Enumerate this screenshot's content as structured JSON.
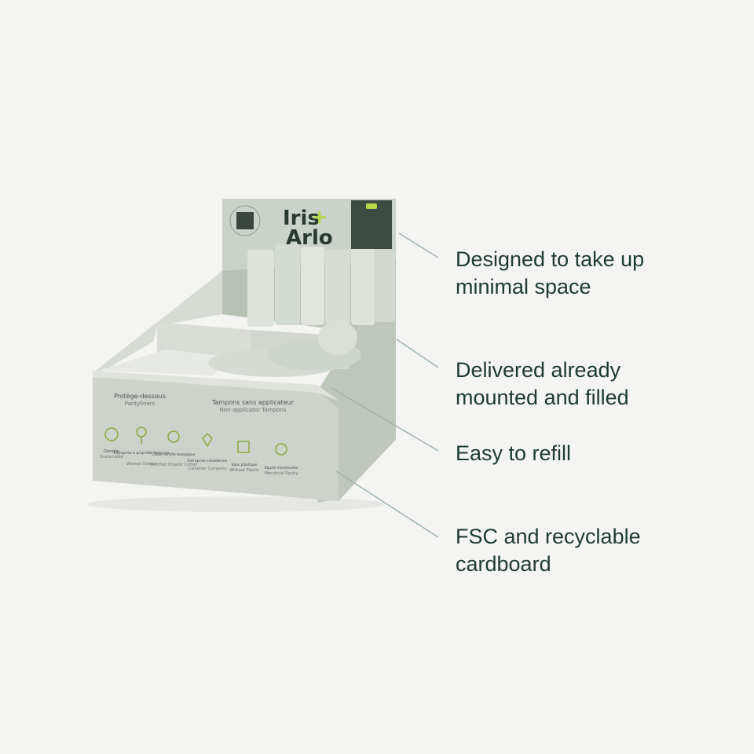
{
  "product": {
    "brand_line1": "Iris",
    "brand_line2": "Arlo",
    "left_section_fr": "Protège-dessous",
    "left_section_en": "Pantyliners",
    "right_section_fr": "Tampons sans applicateur",
    "right_section_en": "Non-applicator Tampons",
    "features": [
      {
        "fr": "Durable",
        "en": "Sustainable",
        "icon": "globe-icon"
      },
      {
        "fr": "Entreprise à propriété féminine",
        "en": "Women Owned",
        "icon": "female-icon"
      },
      {
        "fr": "Coton certifié biologique",
        "en": "Certified Organic Cotton",
        "icon": "cotton-icon"
      },
      {
        "fr": "Entreprise canadienne",
        "en": "Canadian Company",
        "icon": "maple-leaf-icon"
      },
      {
        "fr": "Sans plastique",
        "en": "Without Plastic",
        "icon": "no-plastic-icon"
      },
      {
        "fr": "Équité menstruelle",
        "en": "Menstrual Equity",
        "icon": "equity-hand-icon"
      }
    ],
    "colors": {
      "box": "#c8cfc6",
      "accent": "#b8d64a",
      "ink": "#2a3a32"
    }
  },
  "callouts": [
    {
      "text": "Designed to take up\nminimal space"
    },
    {
      "text": "Delivered already\nmounted and filled"
    },
    {
      "text": "Easy to refill"
    },
    {
      "text": "FSC and recyclable\ncardboard"
    }
  ],
  "colors": {
    "background": "#f4f4f3",
    "text": "#1e3a32",
    "leader": "#9fb3ad"
  }
}
